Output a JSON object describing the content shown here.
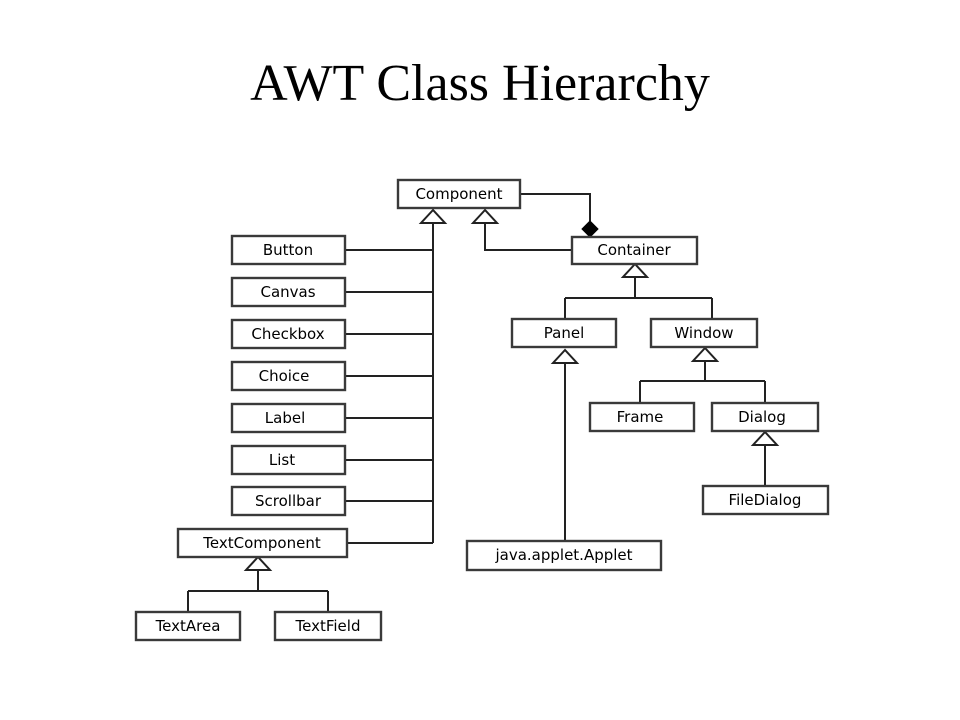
{
  "title": "AWT Class Hierarchy",
  "classes": {
    "component": "Component",
    "container": "Container",
    "button": "Button",
    "canvas": "Canvas",
    "checkbox": "Checkbox",
    "choice": "Choice",
    "label": "Label",
    "list": "List",
    "scrollbar": "Scrollbar",
    "textcomponent": "TextComponent",
    "textarea": "TextArea",
    "textfield": "TextField",
    "panel": "Panel",
    "window": "Window",
    "frame": "Frame",
    "dialog": "Dialog",
    "filedialog": "FileDialog",
    "applet": "java.applet.Applet"
  },
  "relations": [
    {
      "from": "button",
      "to": "component",
      "type": "inheritance"
    },
    {
      "from": "canvas",
      "to": "component",
      "type": "inheritance"
    },
    {
      "from": "checkbox",
      "to": "component",
      "type": "inheritance"
    },
    {
      "from": "choice",
      "to": "component",
      "type": "inheritance"
    },
    {
      "from": "label",
      "to": "component",
      "type": "inheritance"
    },
    {
      "from": "list",
      "to": "component",
      "type": "inheritance"
    },
    {
      "from": "scrollbar",
      "to": "component",
      "type": "inheritance"
    },
    {
      "from": "textcomponent",
      "to": "component",
      "type": "inheritance"
    },
    {
      "from": "container",
      "to": "component",
      "type": "inheritance"
    },
    {
      "from": "container",
      "to": "component",
      "type": "composition"
    },
    {
      "from": "textarea",
      "to": "textcomponent",
      "type": "inheritance"
    },
    {
      "from": "textfield",
      "to": "textcomponent",
      "type": "inheritance"
    },
    {
      "from": "panel",
      "to": "container",
      "type": "inheritance"
    },
    {
      "from": "window",
      "to": "container",
      "type": "inheritance"
    },
    {
      "from": "frame",
      "to": "window",
      "type": "inheritance"
    },
    {
      "from": "dialog",
      "to": "window",
      "type": "inheritance"
    },
    {
      "from": "filedialog",
      "to": "dialog",
      "type": "inheritance"
    },
    {
      "from": "applet",
      "to": "panel",
      "type": "inheritance"
    }
  ]
}
